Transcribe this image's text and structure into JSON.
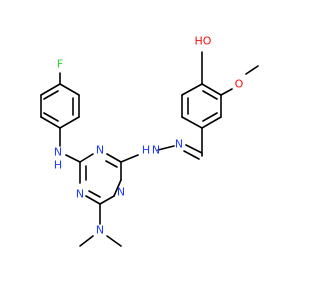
{
  "colors": {
    "bond": "#000000",
    "nitrogen": "#1F3BFF",
    "oxygen": "#FF0D0D",
    "fluorine": "#33CC33",
    "carbon": "#000000"
  },
  "atoms": {
    "fluorine": "F",
    "nh_aryl_n": "N",
    "nh_aryl_h": "H",
    "triazine_n_top": "N",
    "triazine_n_left": "N",
    "triazine_n_right": "N",
    "nh_hydrazone_n": "N",
    "nh_hydrazone_h": "H",
    "hydrazone_n": "N",
    "hydroxyl": "HO",
    "methoxy_o": "O",
    "dimethylamino_n": "N"
  }
}
